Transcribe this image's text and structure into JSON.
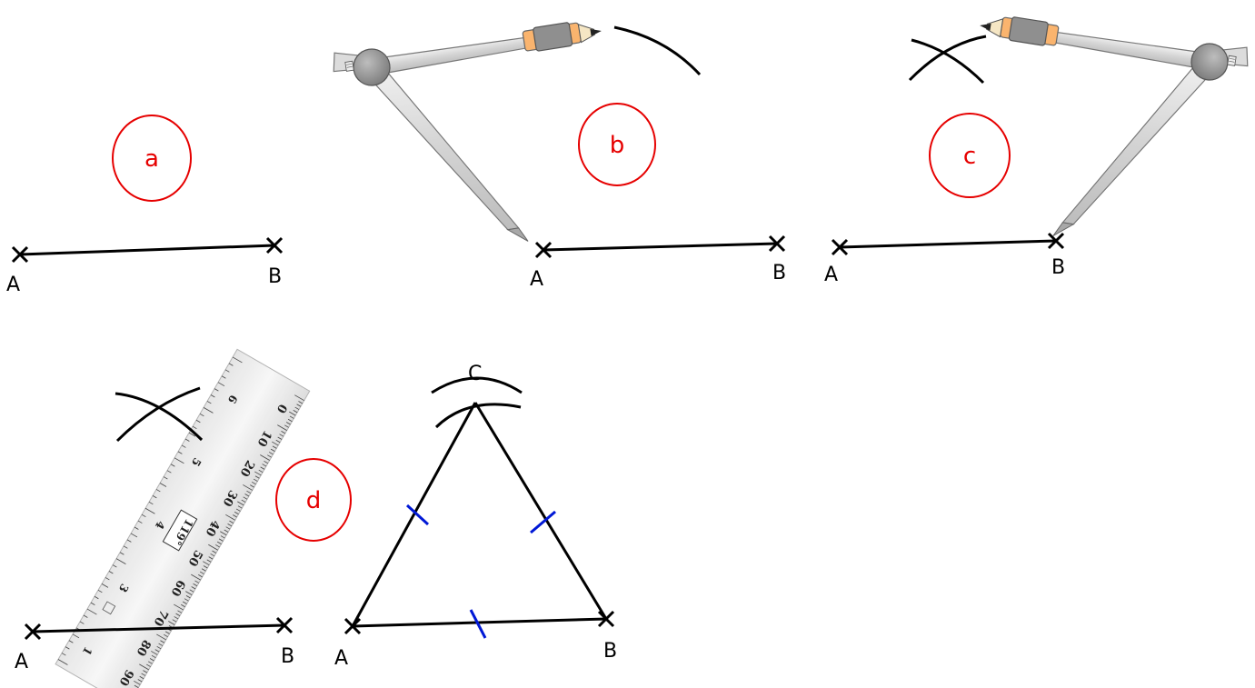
{
  "colors": {
    "step_circle": "#e60000",
    "line": "#000000",
    "equal_marks": "#0018d6",
    "compass_body": "#d9d9d9",
    "compass_hinge": "#8c8c8c",
    "pencil_wood": "#fab46e",
    "pencil_grip": "#8f8f8f"
  },
  "icons": {
    "compass": "compass-icon",
    "ruler": "ruler-icon",
    "protractor_badge": "angle-badge-icon"
  },
  "panels": [
    {
      "step": "a",
      "point_a": "A",
      "point_b": "B"
    },
    {
      "step": "b",
      "point_a": "A",
      "point_b": "B"
    },
    {
      "step": "c",
      "point_a": "A",
      "point_b": "B"
    },
    {
      "step": "d",
      "point_a": "A",
      "point_b": "B"
    }
  ],
  "triangle": {
    "point_a": "A",
    "point_b": "B",
    "point_c": "C"
  },
  "ruler": {
    "cm_labels": [
      "0",
      "10",
      "20",
      "30",
      "40",
      "50",
      "60",
      "70",
      "80",
      "90"
    ],
    "inch_labels": [
      "6",
      "5",
      "4",
      "3",
      "1"
    ],
    "angle_badge": "119°"
  }
}
